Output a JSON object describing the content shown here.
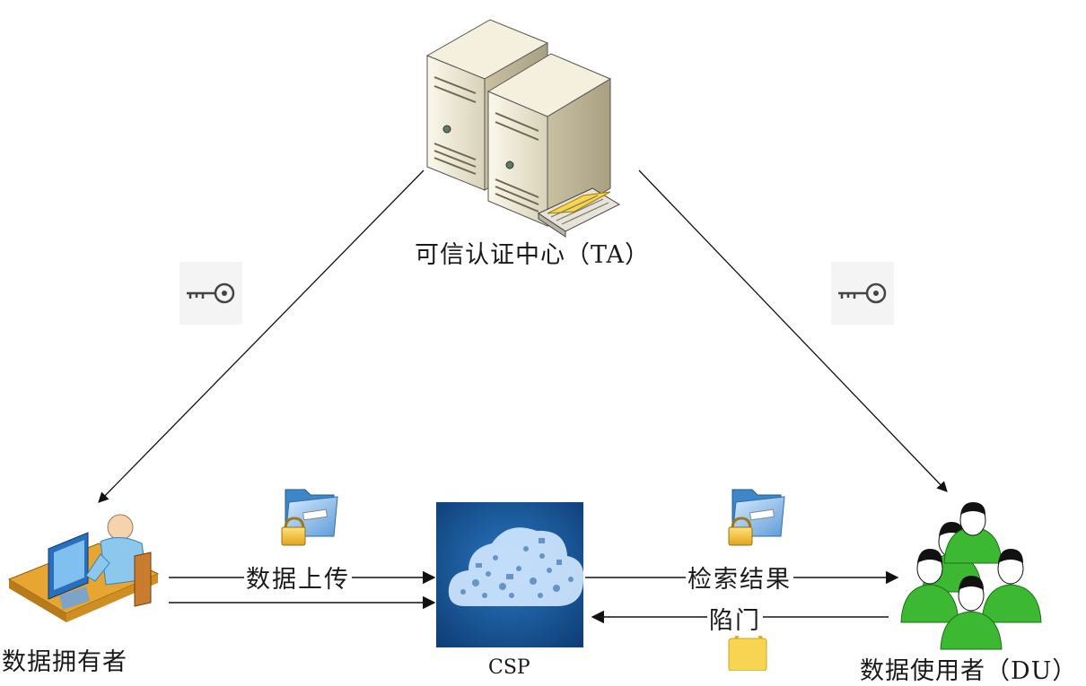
{
  "nodes": {
    "ta_label": "可信认证中心（TA）",
    "owner_label": "数据拥有者",
    "csp_label": "CSP",
    "user_label": "数据使用者（DU）"
  },
  "edges": {
    "upload_label": "数据上传",
    "result_label": "检索结果",
    "trapdoor_label": "陷门"
  },
  "icons": {
    "ta": "server-icon",
    "owner": "computer-user-icon",
    "csp": "cloud-icon",
    "user": "user-group-icon",
    "key": "key-icon",
    "encrypted_folder": "locked-folder-icon",
    "lock": "lock-icon"
  },
  "colors": {
    "csp_bg": "#1b5a9c",
    "user_green": "#3cb832",
    "server_body": "#efe9d6"
  }
}
